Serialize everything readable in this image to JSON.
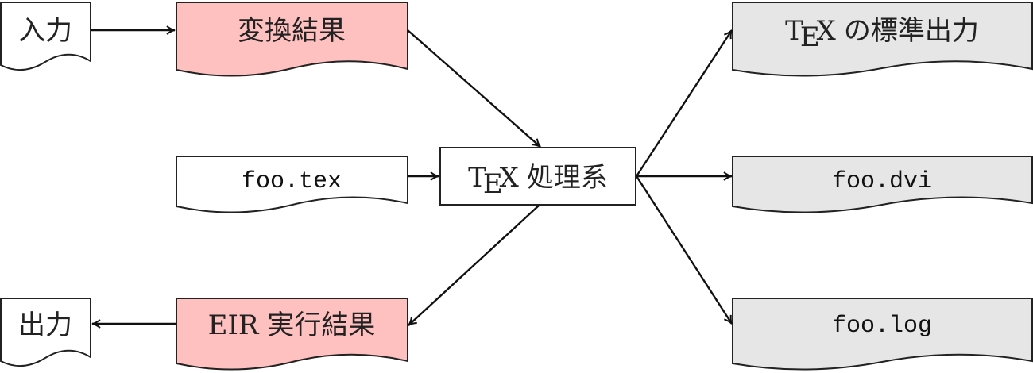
{
  "colors": {
    "converted": "#ffc0c0",
    "tex_output": "#e6e6e6",
    "plain": "#ffffff"
  },
  "nodes": {
    "input": {
      "label": "入力"
    },
    "converted": {
      "label": "変換結果"
    },
    "tex_stdout": {
      "logo": "TeX",
      "logo_t": "T",
      "logo_e": "E",
      "logo_x": "X",
      "label": "の標準出力"
    },
    "foo_tex": {
      "label": "foo.tex"
    },
    "tex_engine": {
      "logo": "TeX",
      "logo_t": "T",
      "logo_e": "E",
      "logo_x": "X",
      "label": "処理系"
    },
    "foo_dvi": {
      "label": "foo.dvi"
    },
    "output": {
      "label": "出力"
    },
    "eir_result": {
      "label": "EIR 実行結果"
    },
    "foo_log": {
      "label": "foo.log"
    }
  }
}
